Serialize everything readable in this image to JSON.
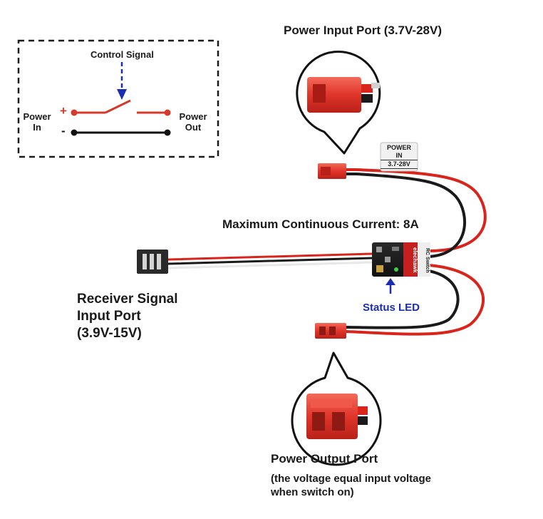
{
  "schematic": {
    "control_signal": "Control Signal",
    "power_in_line1": "Power",
    "power_in_line2": "In",
    "power_out_line1": "Power",
    "power_out_line2": "Out",
    "plus": "+",
    "minus": "-"
  },
  "power_input": {
    "title": "Power Input Port (3.7V-28V)"
  },
  "tag": {
    "line1": "POWER",
    "line2": "IN",
    "line3": "3.7-28V"
  },
  "max_current": "Maximum Continuous Current: 8A",
  "module": {
    "brand": "elechawk",
    "model": "RC Switch"
  },
  "receiver": {
    "line1": "Receiver Signal",
    "line2": "Input Port",
    "line3": "(3.9V-15V)"
  },
  "status_led": "Status LED",
  "power_output": {
    "title": "Power Output Port",
    "note_line1": "(the voltage equal input voltage",
    "note_line2": "when switch on)"
  },
  "colors": {
    "wire_red": "#d9241c",
    "wire_black": "#1a1a1a",
    "connector_red": "#e1352a",
    "arrow_blue": "#1b2db3",
    "bullet_red": "#d43a2a"
  }
}
